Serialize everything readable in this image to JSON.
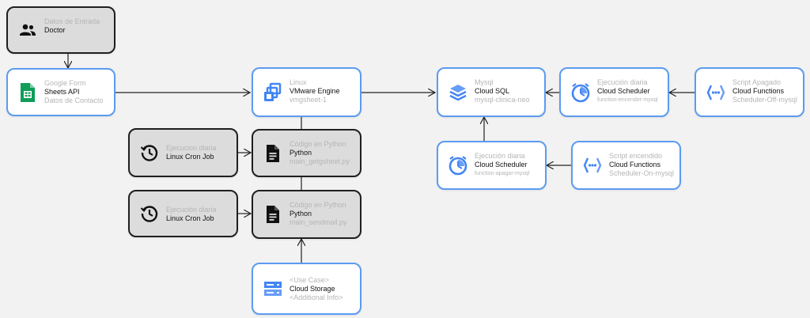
{
  "nodes": {
    "doctor": {
      "l1": "Datos de Entrada",
      "l2": "Doctor",
      "l3": ""
    },
    "google_form": {
      "l1": "Google Form",
      "l2": "Sheets API",
      "l3": "Datos de Contacto"
    },
    "linux_vmware": {
      "l1": "Linux",
      "l2": "VMware Engine",
      "l3": "vmgsheet-1"
    },
    "cron_1": {
      "l1": "Ejecucion diaria",
      "l2": "Linux Cron Job",
      "l3": ""
    },
    "python_1": {
      "l1": "Código en Python",
      "l2": "Python",
      "l3": "main_getgsheet.py"
    },
    "cron_2": {
      "l1": "Ejecución diaria",
      "l2": "Linux Cron Job",
      "l3": ""
    },
    "python_2": {
      "l1": "Código en Python",
      "l2": "Python",
      "l3": "main_sendmail.py"
    },
    "storage": {
      "l1": "<Use Case>",
      "l2": "Cloud Storage",
      "l3": "<Additional Info>"
    },
    "cloud_sql": {
      "l1": "Mysql",
      "l2": "Cloud SQL",
      "l3": "mysql-clinica-neo"
    },
    "sched_on": {
      "l1": "Ejecución diaria",
      "l2": "Cloud Scheduler",
      "l3": "function-encender-mysql"
    },
    "func_off": {
      "l1": "Script Apagado",
      "l2": "Cloud Functions",
      "l3": "Scheduler-Off-mysql"
    },
    "sched_off": {
      "l1": "Ejecución diaria",
      "l2": "Cloud Scheduler",
      "l3": "function-apagar-mysql"
    },
    "func_on": {
      "l1": "Script encendido",
      "l2": "Cloud Functions",
      "l3": "Scheduler-On-mysql"
    }
  },
  "colors": {
    "node_border": "#5b9bf0",
    "gray_fill": "#dcdcdc",
    "gcp_blue": "#4285f4",
    "sheets_green": "#0f9d58",
    "wire": "#222222"
  }
}
